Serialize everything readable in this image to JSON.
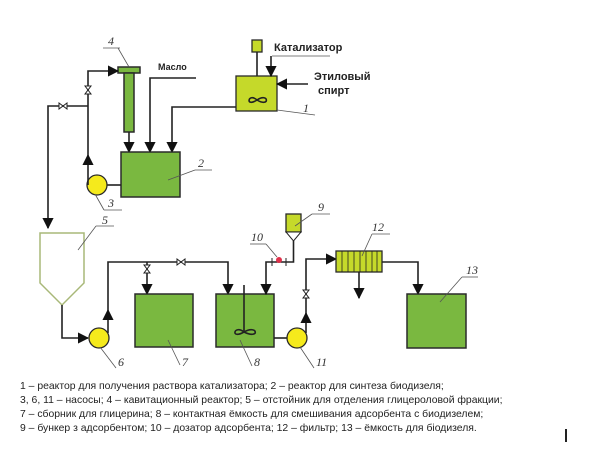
{
  "diagram": {
    "labels": {
      "catalyst": "Катализатор",
      "oil": "Масло",
      "ethanol_line1": "Этиловый",
      "ethanol_line2": "спирт"
    },
    "numbers": [
      "1",
      "2",
      "3",
      "4",
      "5",
      "6",
      "7",
      "8",
      "9",
      "10",
      "11",
      "12",
      "13"
    ],
    "colors": {
      "reactor": "#7ab840",
      "reactor1_filter": "#c5d92a",
      "pump": "#f5ea1c",
      "dosator": "#e0304a",
      "settler_outline": "#a8b878"
    }
  },
  "legend": [
    "1 – реактор для получения раствора катализатора; 2 – реактор для синтеза биодизеля;",
    "3, 6, 11 – насосы; 4 – кавитационный реактор; 5 – отстойник для отделения глицероловой фракции;",
    "7 – сборник для глицерина; 8 – контактная ёмкость для смешивания адсорбента с биодизелем;",
    "9 – бункер з адсорбентом; 10 – дозатор адсорбента; 12 – фильтр; 13 – ёмкость для біодизеля."
  ]
}
